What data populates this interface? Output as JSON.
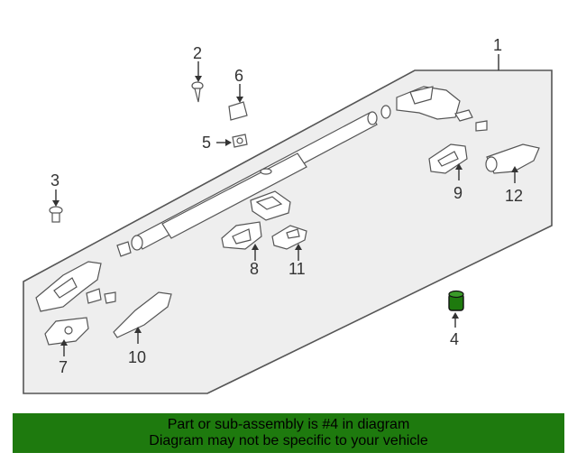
{
  "callouts": {
    "c1": "1",
    "c2": "2",
    "c3": "3",
    "c4": "4",
    "c5": "5",
    "c6": "6",
    "c7": "7",
    "c8": "8",
    "c9": "9",
    "c10": "10",
    "c11": "11",
    "c12": "12"
  },
  "banner": {
    "line1": "Part or sub-assembly is #4 in diagram",
    "line2": "Diagram may not be specific to your vehicle"
  },
  "colors": {
    "panel_fill": "#eeeeee",
    "banner_bg": "#1e7a0e",
    "highlight_part": "#1e7a0e"
  }
}
